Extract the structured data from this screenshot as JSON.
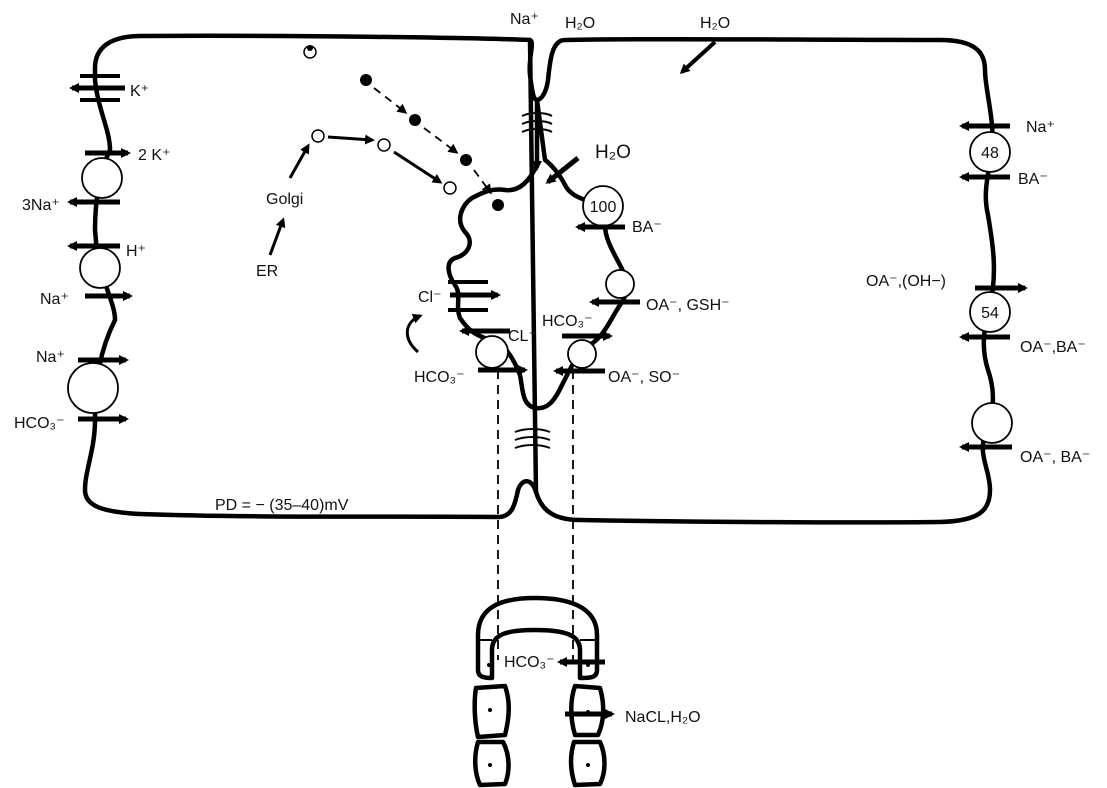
{
  "labels": {
    "na_top": "Na⁺",
    "h2o_top": "H₂O",
    "h2o_top_right": "H₂O",
    "k": "K⁺",
    "two_k": "2 K⁺",
    "three_na": "3Na⁺",
    "h_plus": "H⁺",
    "na_mid": "Na⁺",
    "na_low": "Na⁺",
    "hco3_basolat": "HCO₃⁻",
    "golgi": "Golgi",
    "er": "ER",
    "h2o_canal": "H₂O",
    "ba_canal": "BA⁻",
    "carrier_100": "100",
    "cl_channel": "Cl⁻",
    "cl_exchanger": "CL⁻",
    "hco3_canal": "HCO₃⁻",
    "oa_gsh": "OA⁻, GSH⁻",
    "hco3_canal2": "HCO₃⁻",
    "oa_so": "OA⁻, SO⁻",
    "na_right": "Na⁺",
    "carrier_48": "48",
    "ba_right": "BA⁻",
    "oa_oh": "OA⁻,(OH−)",
    "carrier_54": "54",
    "oa_ba_1": "OA⁻,BA⁻",
    "oa_ba_2": "OA⁻, BA⁻",
    "pd": "PD = − (35–40)mV",
    "hco3_duct": "HCO₃⁻",
    "nacl_h2o": "NaCL,H₂O"
  }
}
